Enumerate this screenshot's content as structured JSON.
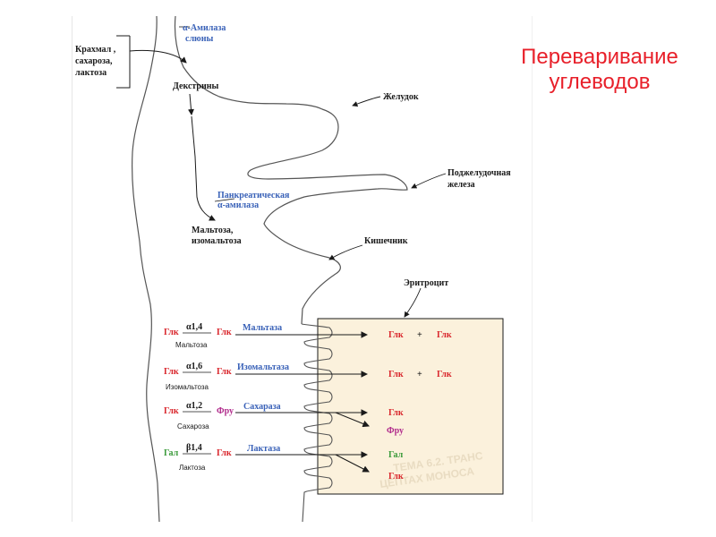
{
  "slide": {
    "title_line1": "Переваривание",
    "title_line2": "углеводов"
  },
  "diagram": {
    "colors": {
      "red": "#d9262c",
      "blue": "#3a62b8",
      "green": "#3a9a3a",
      "magenta": "#b12c8c",
      "black": "#1a1a1a",
      "erythro_fill": "#fbf1dc"
    },
    "top_substrates": [
      "Крахмал ,",
      "сахароза,",
      "лактоза"
    ],
    "alpha_amylase_saliva": [
      "α-Амилаза",
      "слюны"
    ],
    "dextrins": "Декстрины",
    "stomach": "Желудок",
    "pancreas": [
      "Поджелудочная",
      "железа"
    ],
    "pancreatic_amylase": [
      "Панкреатическая",
      "α-амилаза"
    ],
    "maltose_isomaltose": [
      "Мальтоза,",
      "изомальтоза"
    ],
    "intestine": "Кишечник",
    "erythrocyte": "Эритроцит",
    "rows": [
      {
        "left": "Глк",
        "bond": "α1,4",
        "right": "Глк",
        "name": "Мальтоза",
        "enzyme": "Мальтаза",
        "prod1": "Глк",
        "plus": "+",
        "prod2": "Глк"
      },
      {
        "left": "Глк",
        "bond": "α1,6",
        "right": "Глк",
        "name": "Изомальтоза",
        "enzyme": "Изомальтаза",
        "prod1": "Глк",
        "plus": "+",
        "prod2": "Глк"
      },
      {
        "left": "Глк",
        "bond": "α1,2",
        "right": "Фру",
        "name": "Сахароза",
        "enzyme": "Сахараза",
        "prod1": "Глк",
        "prod2": "Фру"
      },
      {
        "left": "Гал",
        "bond": "β1,4",
        "right": "Глк",
        "name": "Лактоза",
        "enzyme": "Лактаза",
        "prod1": "Гал",
        "prod2": "Глк"
      }
    ],
    "watermark": [
      "ТЕМА 6.2. ТРАНС",
      "ЦЕПТАХ МОНОСА"
    ]
  }
}
